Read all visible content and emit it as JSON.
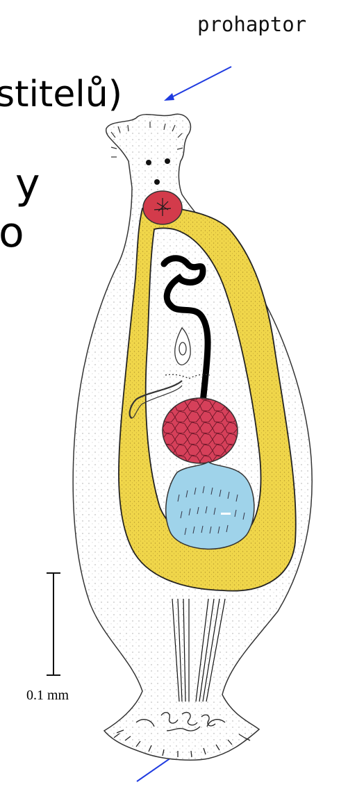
{
  "labels": {
    "prohaptor": "prohaptor",
    "scale_bar": "0.1 mm"
  },
  "cropped_text": {
    "line1": "stitelů)",
    "line2": "y",
    "line3": "o"
  },
  "colors": {
    "arrow": "#1f3be0",
    "yolk_glands": "#f0d64a",
    "pharynx": "#d33b4b",
    "ovary": "#d6405a",
    "testis": "#9fd3ea",
    "uterus": "#000000"
  }
}
